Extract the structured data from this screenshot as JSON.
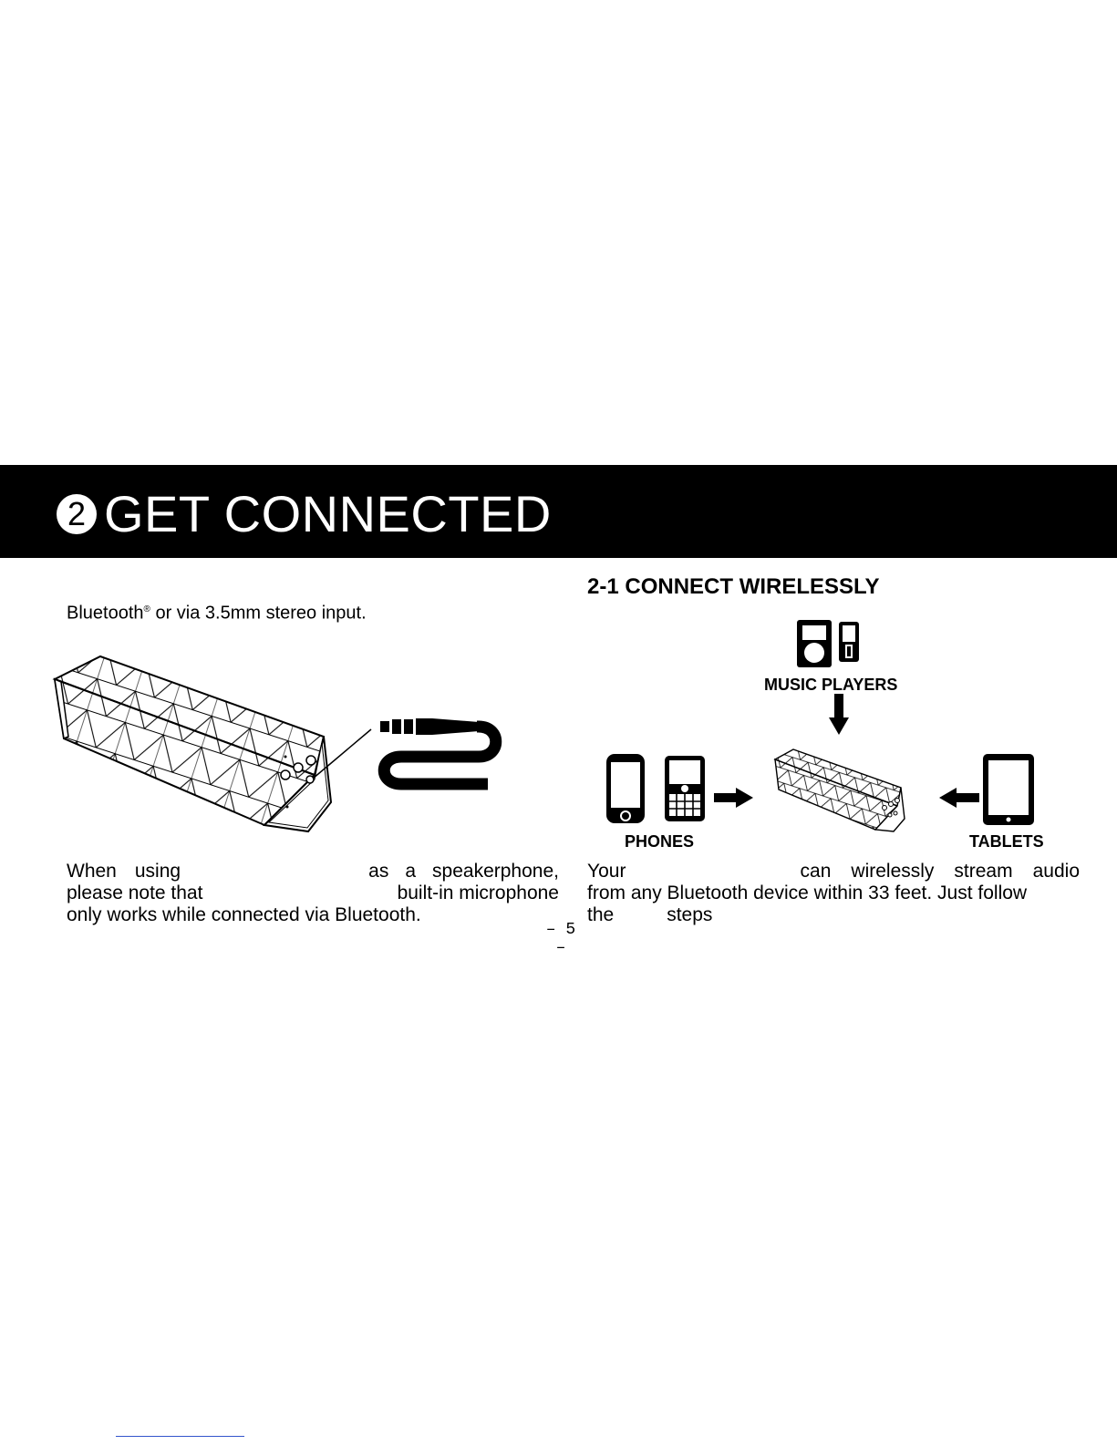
{
  "header": {
    "section_number": "2",
    "title": "GET CONNECTED"
  },
  "left_column": {
    "intro_prefix": "Bluetooth",
    "intro_mark": "®",
    "intro_suffix": " or via 3.5mm stereo input.",
    "note": {
      "line1_a": "When",
      "line1_b": "using",
      "line1_c": "as",
      "line1_d": "a",
      "line1_e": "speakerphone,",
      "line2_a": "please note that",
      "line2_b": "built-in microphone",
      "line3": "only works while connected via Bluetooth."
    }
  },
  "right_column": {
    "heading": "2-1 CONNECT WIRELESSLY",
    "labels": {
      "music_players": "MUSIC PLAYERS",
      "phones": "PHONES",
      "tablets": "TABLETS"
    },
    "paragraph": {
      "line1_a": "Your",
      "line1_b": "can",
      "line1_c": "wirelessly",
      "line1_d": "stream",
      "line1_e": "audio",
      "line2": "from any Bluetooth device within 33 feet. Just follow",
      "line3_a": "the",
      "line3_b": "steps"
    }
  },
  "footer": {
    "page_number": "– 5 –"
  }
}
